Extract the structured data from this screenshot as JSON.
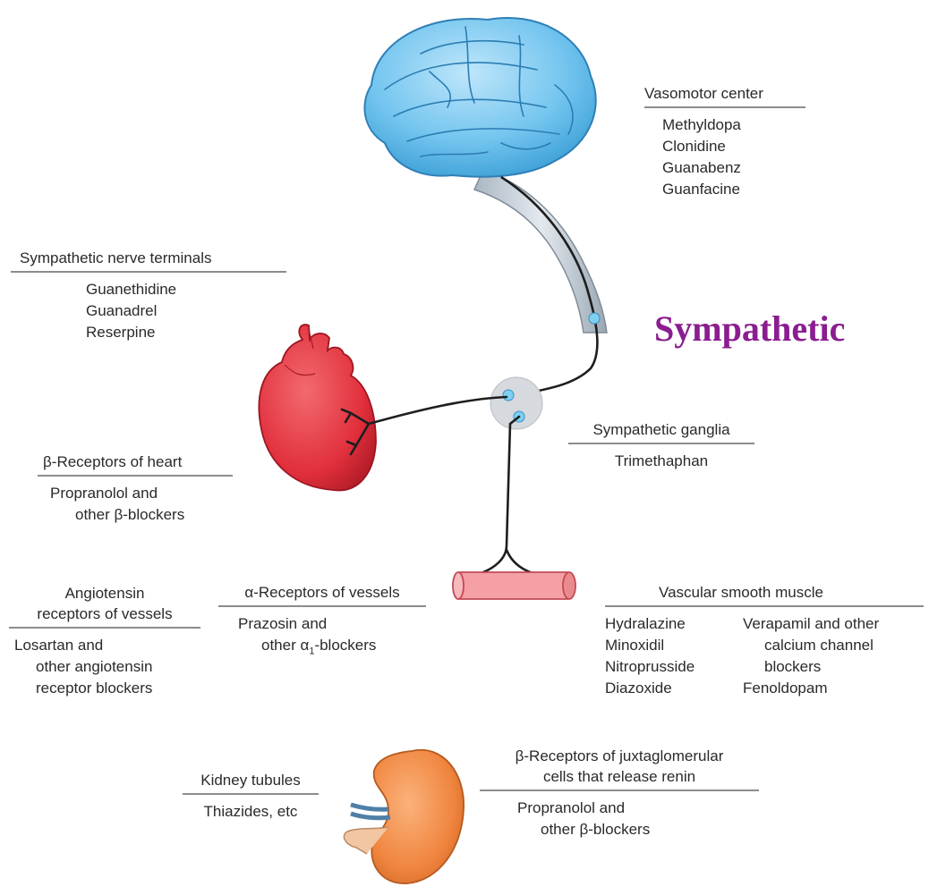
{
  "title": "Sympathetic",
  "colors": {
    "title": "#8a1d8f",
    "brain": "#6fc2ee",
    "heart": "#e2303d",
    "vessel": "#f4a0a4",
    "kidney": "#f0853f",
    "ganglion": "#d6d9de",
    "synapse": "#7cd1f2"
  },
  "vasomotor": {
    "heading": "Vasomotor center",
    "drugs": [
      "Methyldopa",
      "Clonidine",
      "Guanabenz",
      "Guanfacine"
    ]
  },
  "nerve_terminals": {
    "heading": "Sympathetic nerve terminals",
    "drugs": [
      "Guanethidine",
      "Guanadrel",
      "Reserpine"
    ]
  },
  "ganglia": {
    "heading": "Sympathetic ganglia",
    "drugs": [
      "Trimethaphan"
    ]
  },
  "beta_heart": {
    "heading": "β-Receptors of heart",
    "drug_line1": "Propranolol and",
    "drug_line2": "other β-blockers"
  },
  "angiotensin": {
    "heading_line1": "Angiotensin",
    "heading_line2": "receptors of vessels",
    "drug_line1": "Losartan and",
    "drug_line2": "other angiotensin",
    "drug_line3": "receptor blockers"
  },
  "alpha": {
    "heading": "α-Receptors of vessels",
    "drug_line1": "Prazosin and",
    "drug_line2_prefix": "other α",
    "drug_line2_sub": "1",
    "drug_line2_suffix": "-blockers"
  },
  "vascular": {
    "heading": "Vascular smooth muscle",
    "col1": [
      "Hydralazine",
      "Minoxidil",
      "Nitroprusside",
      "Diazoxide"
    ],
    "col2_line1": "Verapamil and other",
    "col2_line2": "calcium channel",
    "col2_line3": "blockers",
    "col2_line4": "Fenoldopam"
  },
  "kidney_tubules": {
    "heading": "Kidney tubules",
    "drugs": [
      "Thiazides, etc"
    ]
  },
  "juxtaglomerular": {
    "heading_line1": "β-Receptors of juxtaglomerular",
    "heading_line2": "cells that release renin",
    "drug_line1": "Propranolol and",
    "drug_line2": "other β-blockers"
  }
}
